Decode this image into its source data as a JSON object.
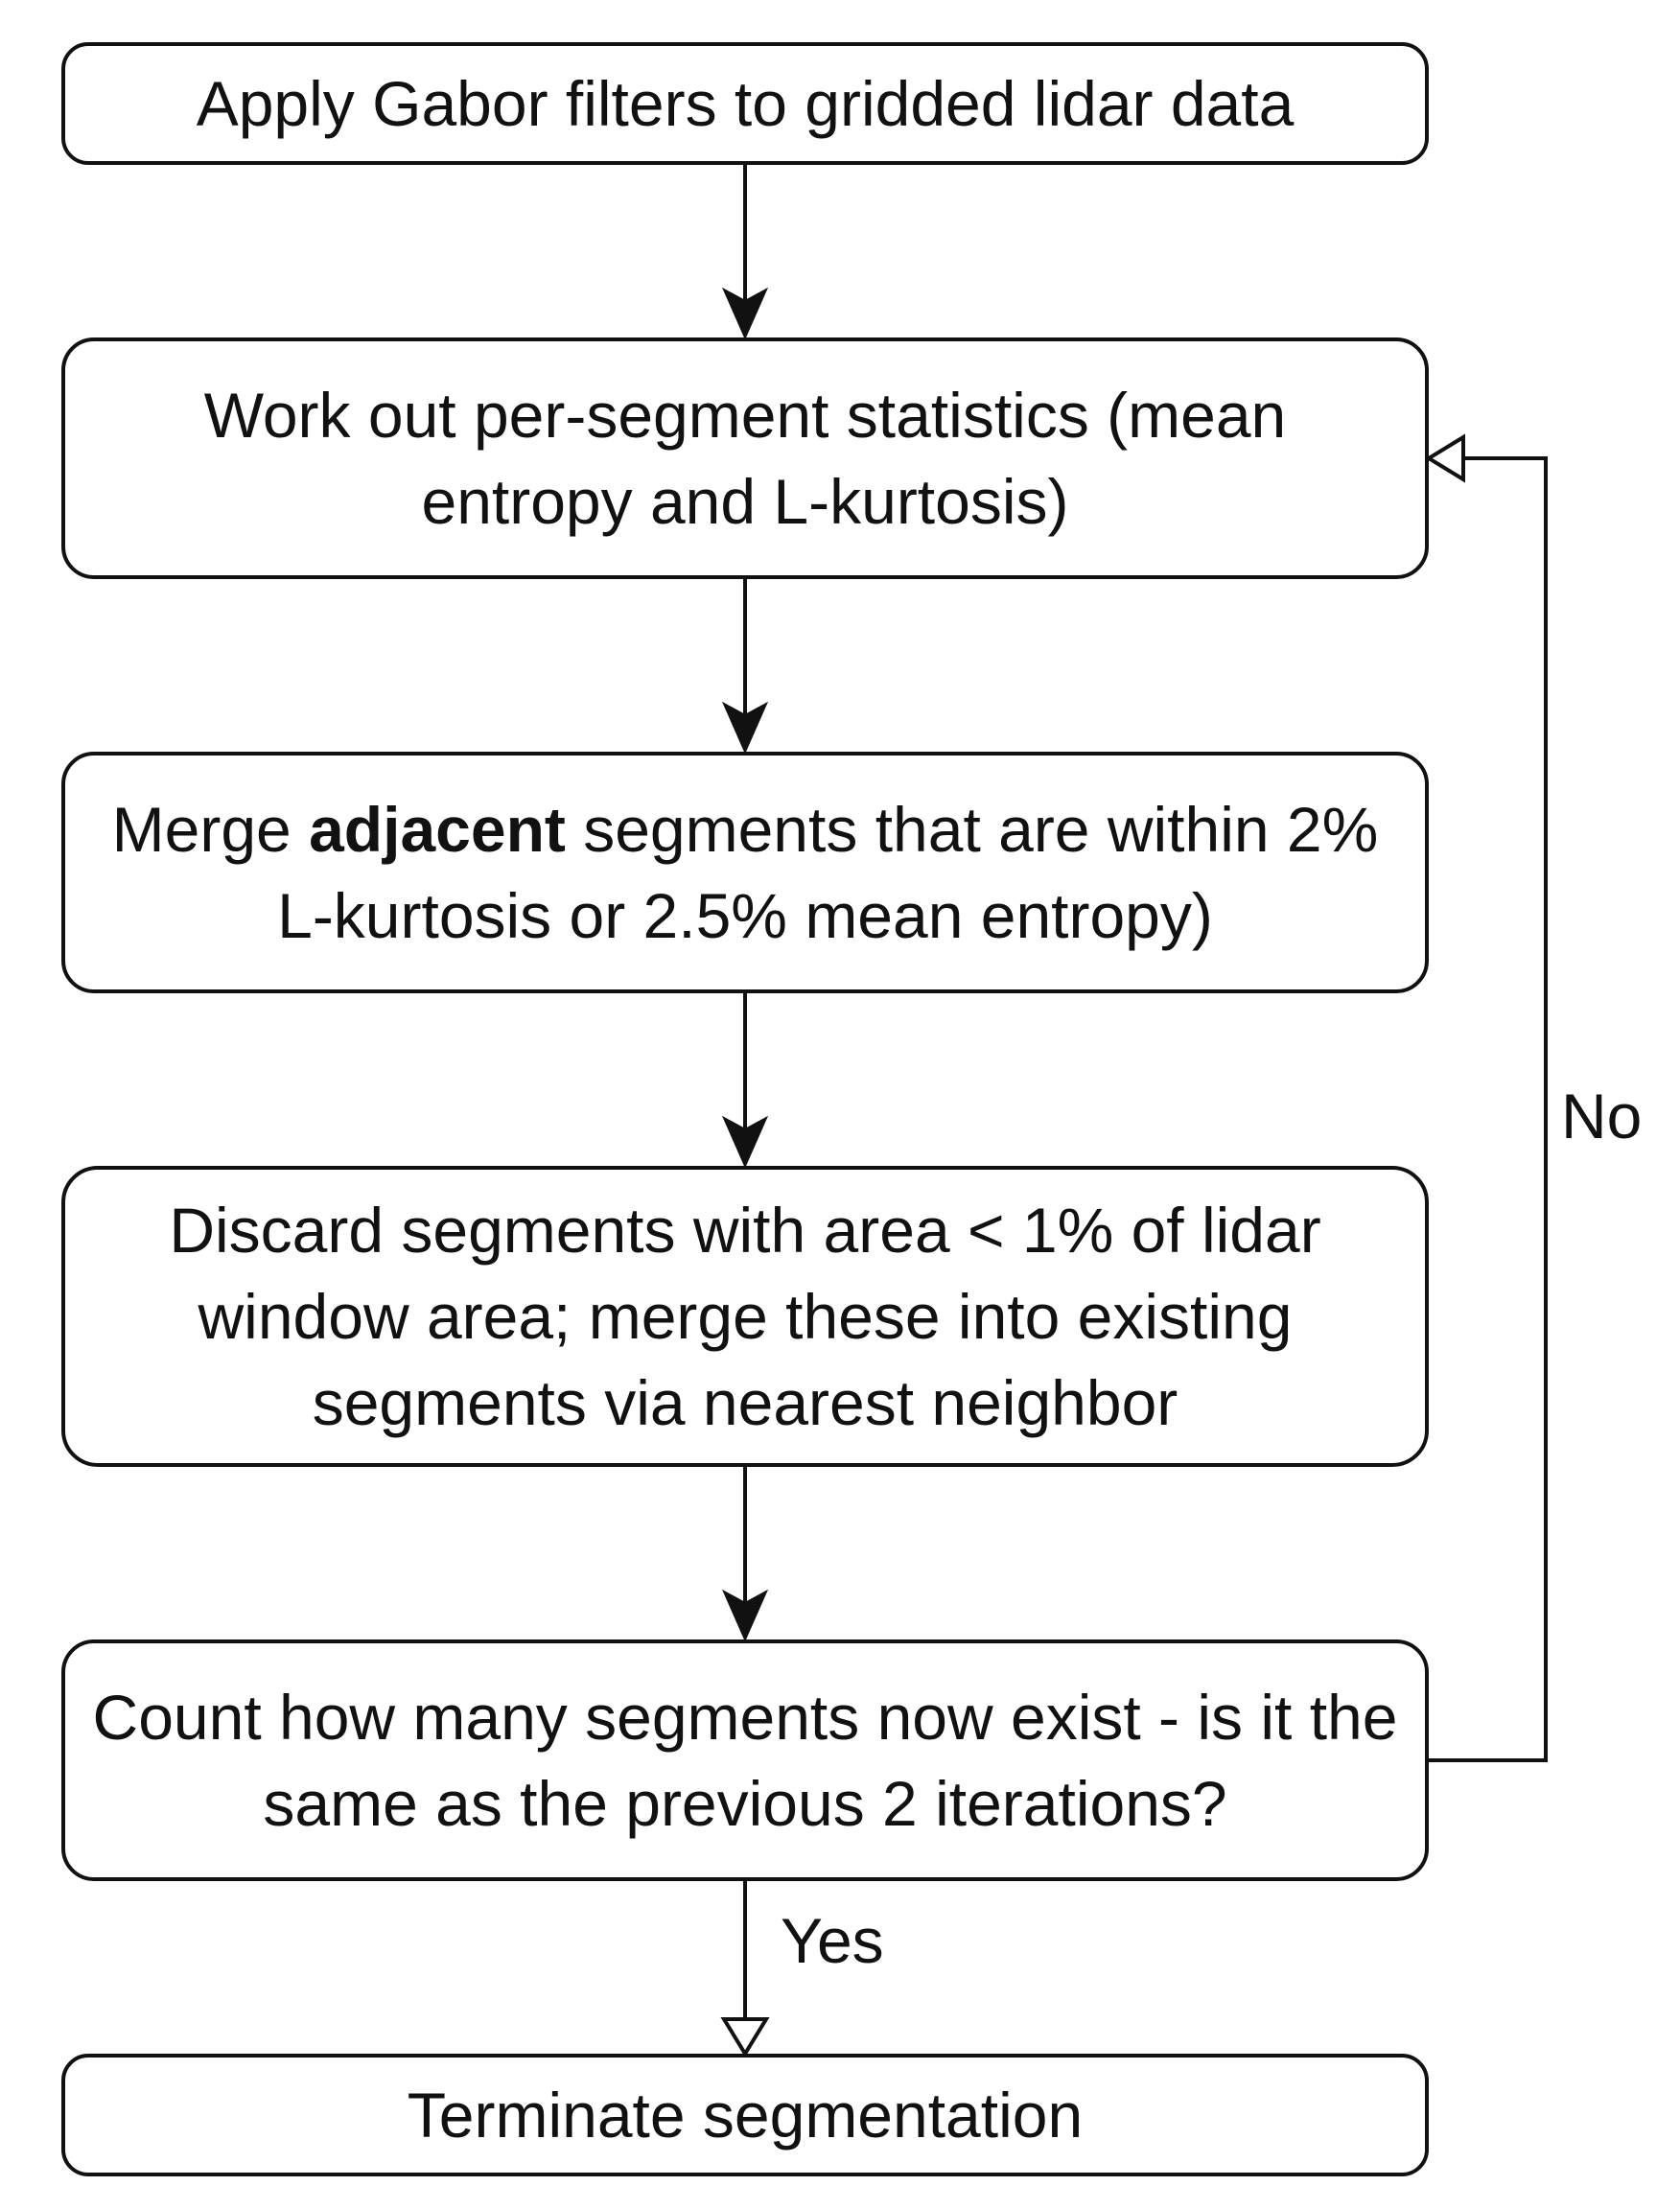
{
  "nodes": {
    "apply_gabor": {
      "text": "Apply Gabor filters to gridded lidar data"
    },
    "per_segment_stats": {
      "text": "Work out per-segment statistics (mean entropy and L-kurtosis)"
    },
    "merge_adjacent": {
      "text_before": "Merge ",
      "text_bold": "adjacent",
      "text_after": " segments that are within 2% L-kurtosis or 2.5% mean entropy)"
    },
    "discard_small": {
      "text": "Discard segments with area < 1% of lidar window area; merge these into existing segments via nearest neighbor"
    },
    "count_segments": {
      "text": "Count how many segments now exist - is it the same as the previous 2 iterations?"
    },
    "terminate": {
      "text": "Terminate segmentation"
    }
  },
  "edges": {
    "no_label": "No",
    "yes_label": "Yes"
  },
  "colors": {
    "stroke": "#111111",
    "background": "#ffffff"
  }
}
